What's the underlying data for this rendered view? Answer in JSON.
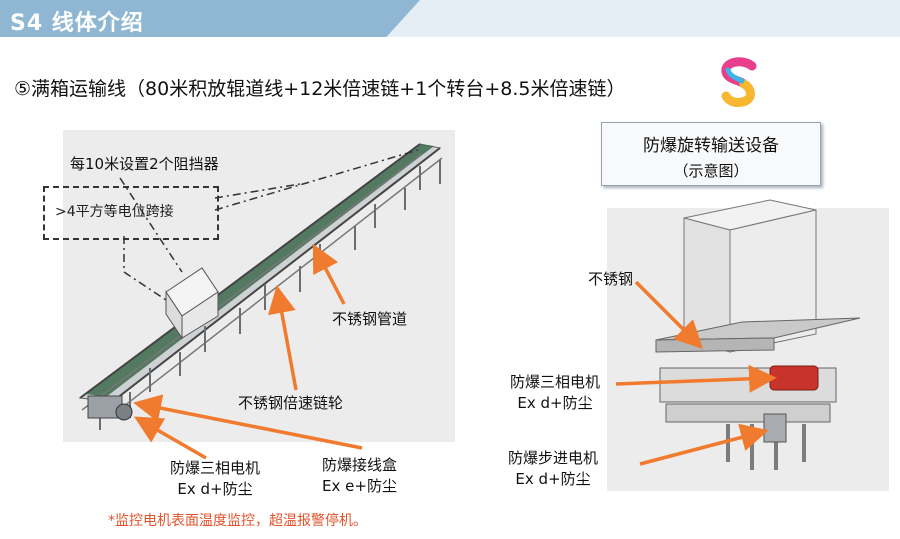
{
  "header": {
    "title": "S4 线体介绍"
  },
  "subtitle": "⑤满箱运输线（80米积放辊道线+12米倍速链+1个转台+8.5米倍速链）",
  "left_figure": {
    "blocker_note": "每10米设置2个阻挡器",
    "bonding_note": ">4平方等电位跨接",
    "label_pipe": "不锈钢管道",
    "label_sprocket": "不锈钢倍速链轮",
    "motor_label": {
      "line1": "防爆三相电机",
      "line2": "Ex d+防尘"
    },
    "junction_label": {
      "line1": "防爆接线盒",
      "line2": "Ex e+防尘"
    }
  },
  "right_figure": {
    "title_line1": "防爆旋转输送设备",
    "title_line2": "（示意图）",
    "label_steel": "不锈钢",
    "motor_label": {
      "line1": "防爆三相电机",
      "line2": "Ex d+防尘"
    },
    "stepper_label": {
      "line1": "防爆步进电机",
      "line2": "Ex d+防尘"
    }
  },
  "footer_note": "*监控电机表面温度监控，超温报警停机。",
  "colors": {
    "header_tab": "#8fb7d3",
    "header_bar": "#e4eef4",
    "arrow": "#f07a2e",
    "note": "#e2532b",
    "motor": "#c8342c"
  }
}
